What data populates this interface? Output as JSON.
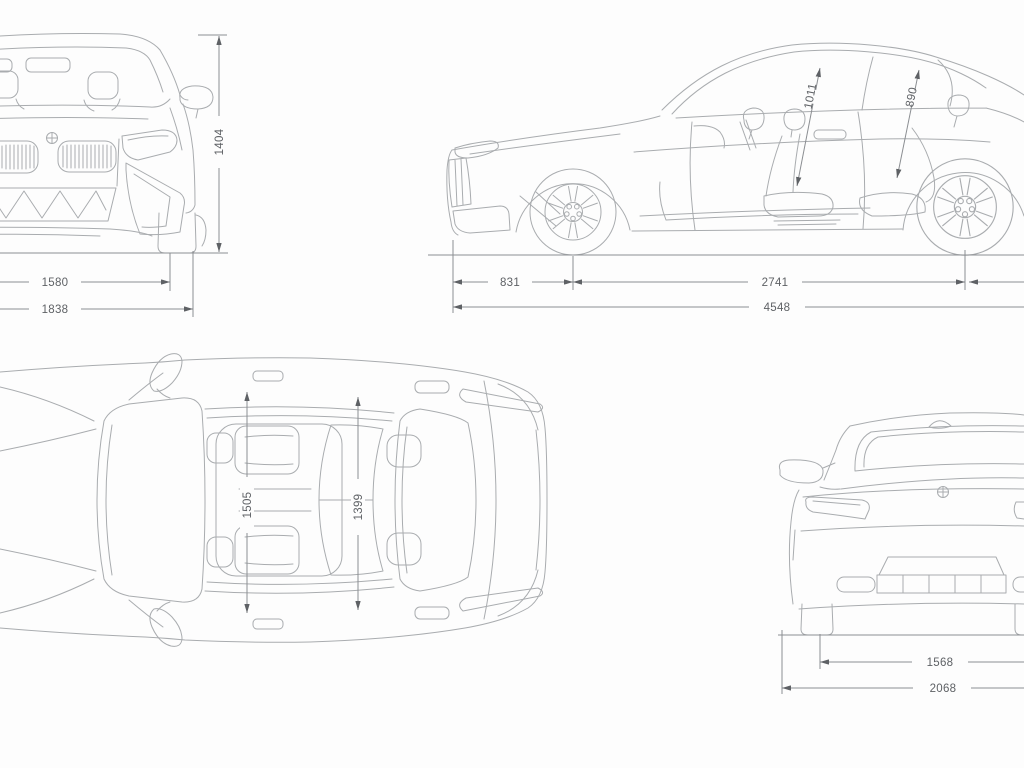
{
  "colors": {
    "background": "#fdfdfd",
    "line_art": "#a9acaf",
    "dimension_lines": "#8b8e92",
    "dimension_text": "#5e6165"
  },
  "views": {
    "front": {
      "dims": {
        "height": "1404",
        "track": "1580",
        "width": "1838"
      }
    },
    "side": {
      "dims": {
        "front_headroom": "1011",
        "rear_headroom": "890",
        "front_overhang": "831",
        "wheelbase": "2741",
        "length": "4548"
      }
    },
    "top": {
      "dims": {
        "front_cabin_width": "1505",
        "rear_cabin_width": "1399"
      }
    },
    "rear": {
      "dims": {
        "track": "1568",
        "width_with_mirrors": "2068"
      }
    }
  },
  "icons": {
    "bmw_roundel": "bmw-roundel"
  }
}
